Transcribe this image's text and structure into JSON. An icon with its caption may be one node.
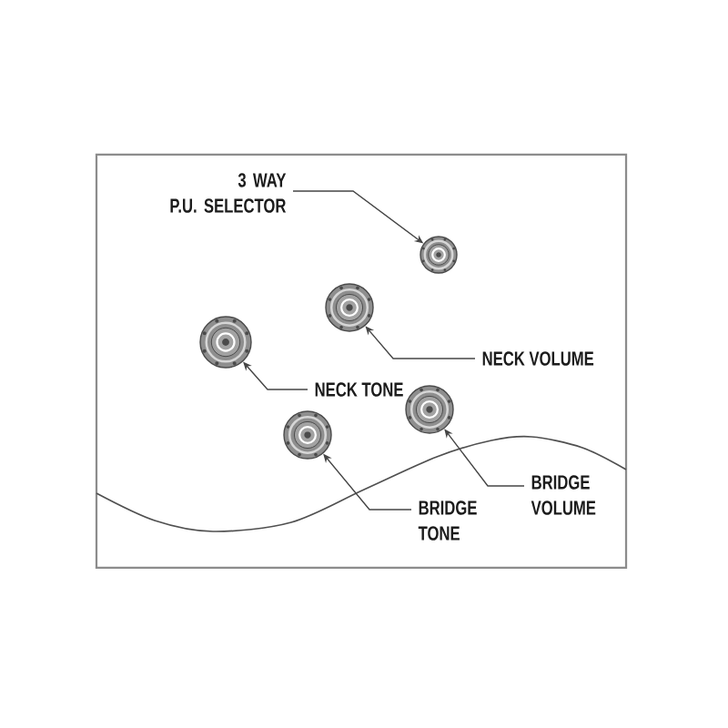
{
  "diagram": {
    "nodes": [
      {
        "text": [
          "3 WAY P.U. SELECTOR"
        ]
      },
      {
        "text": [],
        "shape": "circle"
      },
      {
        "text": [],
        "shape": "circle"
      },
      {
        "text": [],
        "shape": "circle"
      },
      {
        "text": [
          "NECK VOLUME"
        ]
      },
      {
        "text": [
          "NECK TONE"
        ]
      },
      {
        "text": [],
        "shape": "circle"
      },
      {
        "text": [],
        "shape": "circle"
      },
      {
        "text": [
          "BRIDGE VOLUME"
        ]
      },
      {
        "text": [
          "BRIDGE TONE"
        ]
      }
    ],
    "edges": [
      {
        "from": 0,
        "to": 1,
        "arrow": "to"
      },
      {
        "from": 4,
        "to": 2,
        "arrow": "to"
      },
      {
        "from": 5,
        "to": 3,
        "arrow": "to"
      },
      {
        "from": 8,
        "to": 6,
        "arrow": "to"
      },
      {
        "from": 9,
        "to": 7,
        "arrow": "to"
      }
    ]
  }
}
